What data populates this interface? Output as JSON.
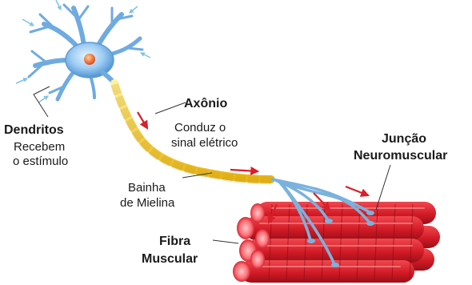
{
  "labels": {
    "dendrites_title": "Dendritos",
    "dendrites_desc_1": "Recebem",
    "dendrites_desc_2": "o estímulo",
    "axon_title": "Axônio",
    "axon_desc_1": "Conduz o",
    "axon_desc_2": "sinal elétrico",
    "myelin_1": "Bainha",
    "myelin_2": "de Mielina",
    "junction_1": "Junção",
    "junction_2": "Neuromuscular",
    "fiber_1": "Fibra",
    "fiber_2": "Muscular"
  },
  "colors": {
    "neuron_body": "#8fc3ee",
    "nucleus": "#e35a2a",
    "myelin": "#f2c630",
    "axon_terminal": "#7ab2dd",
    "muscle": "#d81f2a",
    "muscle_highlight": "#ff8a8a",
    "signal_arrow": "#d81f2a",
    "text": "#1a1a1a"
  },
  "icons": {
    "signal_arrow": "red-arrow-icon",
    "stimulus": "stimulus-arrow-icon"
  }
}
